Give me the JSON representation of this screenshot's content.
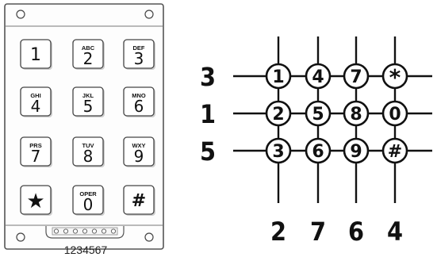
{
  "keypad": {
    "keys": [
      {
        "letters": "",
        "symbol": "1"
      },
      {
        "letters": "ABC",
        "symbol": "2"
      },
      {
        "letters": "DEF",
        "symbol": "3"
      },
      {
        "letters": "GHI",
        "symbol": "4"
      },
      {
        "letters": "JKL",
        "symbol": "5"
      },
      {
        "letters": "MNO",
        "symbol": "6"
      },
      {
        "letters": "PRS",
        "symbol": "7"
      },
      {
        "letters": "TUV",
        "symbol": "8"
      },
      {
        "letters": "WXY",
        "symbol": "9"
      },
      {
        "letters": "",
        "symbol": "★"
      },
      {
        "letters": "OPER",
        "symbol": "0"
      },
      {
        "letters": "",
        "symbol": "#"
      }
    ],
    "connector_pins": "1234567"
  },
  "matrix": {
    "row_labels": [
      "3",
      "1",
      "5"
    ],
    "col_labels": [
      "2",
      "7",
      "6",
      "4"
    ],
    "nodes": [
      [
        "1",
        "4",
        "7",
        "*"
      ],
      [
        "2",
        "5",
        "8",
        "0"
      ],
      [
        "3",
        "6",
        "9",
        "#"
      ]
    ]
  }
}
